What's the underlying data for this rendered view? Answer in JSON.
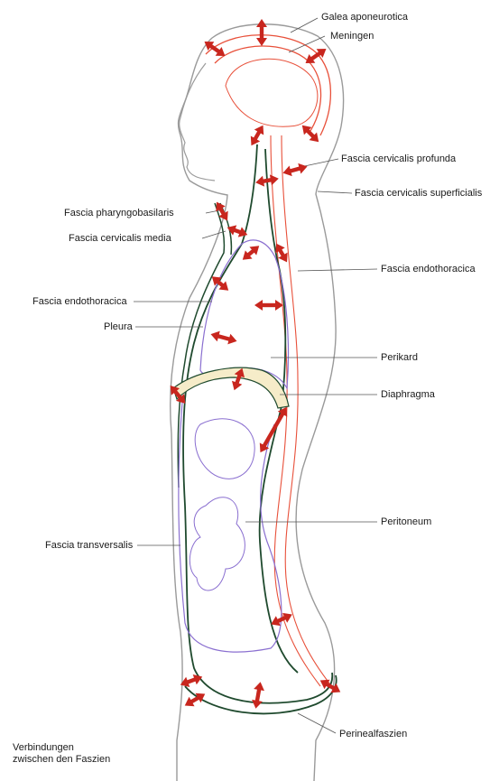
{
  "labels": {
    "galea": "Galea aponeurotica",
    "meningen": "Meningen",
    "cervicalis_profunda": "Fascia cervicalis profunda",
    "cervicalis_superficialis": "Fascia cervicalis superficialis",
    "pharyngobasilaris": "Fascia pharyngobasilaris",
    "cervicalis_media": "Fascia cervicalis media",
    "endothoracica_right": "Fascia endothoracica",
    "endothoracica_left": "Fascia endothoracica",
    "pleura": "Pleura",
    "perikard": "Perikard",
    "diaphragma": "Diaphragma",
    "peritoneum": "Peritoneum",
    "transversalis": "Fascia transversalis",
    "perinealfaszien": "Perinealfaszien"
  },
  "caption": {
    "line1": "Verbindungen",
    "line2": "zwischen den Faszien"
  },
  "colors": {
    "outline": "#9a9a9a",
    "fascia_dark": "#1f4a2e",
    "meninges_red": "#e8503a",
    "serous_violet": "#8a6fd0",
    "diaphragm_fill": "#f6ecc9",
    "arrow": "#c8261e"
  }
}
